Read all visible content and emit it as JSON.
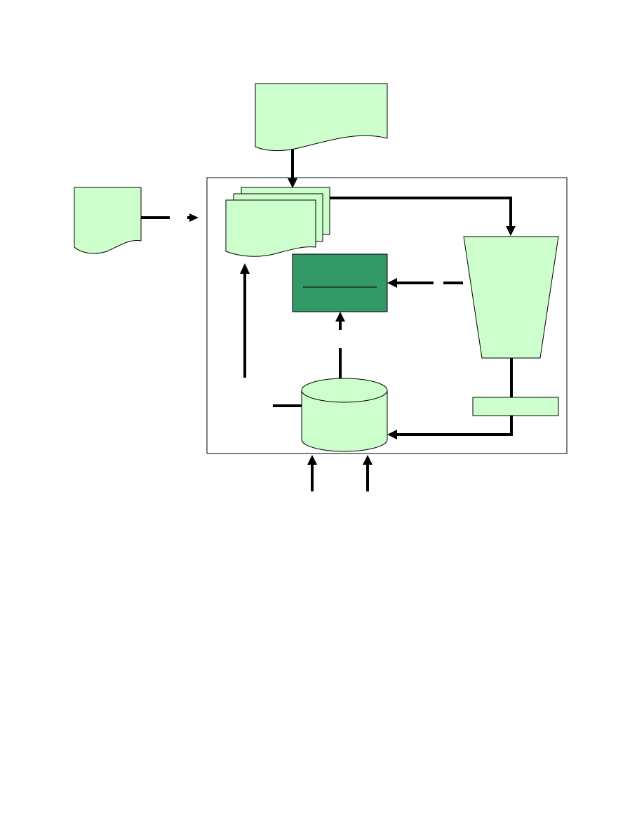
{
  "colors": {
    "light_fill": "#ccffcc",
    "dark_fill": "#339966",
    "line": "#000000",
    "frame": "#000000",
    "background": "#ffffff"
  },
  "nodes": [
    {
      "id": "top-document",
      "shape": "document",
      "label": ""
    },
    {
      "id": "left-document",
      "shape": "document",
      "label": ""
    },
    {
      "id": "document-stack",
      "shape": "multi-document",
      "label": ""
    },
    {
      "id": "process-box",
      "shape": "rectangle",
      "label": ""
    },
    {
      "id": "trapezoid-operation",
      "shape": "manual-operation",
      "label": ""
    },
    {
      "id": "small-bar",
      "shape": "rectangle",
      "label": ""
    },
    {
      "id": "database-drum",
      "shape": "cylinder",
      "label": ""
    }
  ],
  "edges": [
    {
      "from": "top-document",
      "to": "document-stack",
      "style": "solid"
    },
    {
      "from": "left-document",
      "to": "frame",
      "style": "dashed"
    },
    {
      "from": "document-stack",
      "to": "trapezoid-operation",
      "style": "solid"
    },
    {
      "from": "trapezoid-operation",
      "to": "process-box",
      "style": "dashed"
    },
    {
      "from": "database-drum",
      "to": "process-box",
      "style": "dashed"
    },
    {
      "from": "small-bar",
      "to": "database-drum",
      "style": "solid"
    },
    {
      "from": "frame",
      "to": "document-stack",
      "style": "solid"
    },
    {
      "from": "external-input-1",
      "to": "database-drum",
      "style": "solid"
    },
    {
      "from": "external-input-2",
      "to": "database-drum",
      "style": "solid"
    }
  ]
}
